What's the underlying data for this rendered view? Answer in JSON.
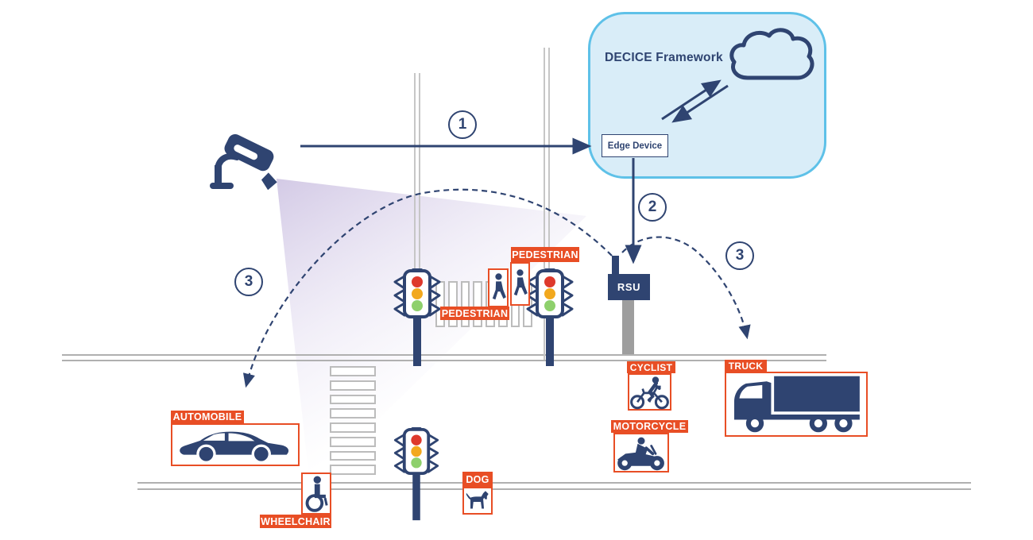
{
  "colors": {
    "navy": "#2f4471",
    "detection_orange": "#e84e25",
    "cloud_fill": "#d9edf8",
    "cloud_border": "#5ec1e8",
    "road_gray": "#b0b0b0",
    "rsu_pole_gray": "#9e9e9e",
    "traffic_red": "#de392c",
    "traffic_amber": "#f2a81d",
    "traffic_green": "#8ed06c",
    "camera_cone_purple": "#a08cc8"
  },
  "cloud_panel": {
    "title": "DECICE Framework",
    "edge_device": "Edge Device"
  },
  "rsu": {
    "label": "RSU"
  },
  "steps": {
    "camera_to_edge": "1",
    "edge_to_rsu": "2",
    "rsu_to_automobile": "3",
    "rsu_to_truck": "3"
  },
  "detections": {
    "pedestrian_right": "PEDESTRIAN",
    "pedestrian_left": "PEDESTRIAN",
    "automobile": "AUTOMOBILE",
    "wheelchair": "WHEELCHAIR",
    "dog": "DOG",
    "cyclist": "CYCLIST",
    "motorcycle": "MOTORCYCLE",
    "truck": "TRUCK"
  }
}
